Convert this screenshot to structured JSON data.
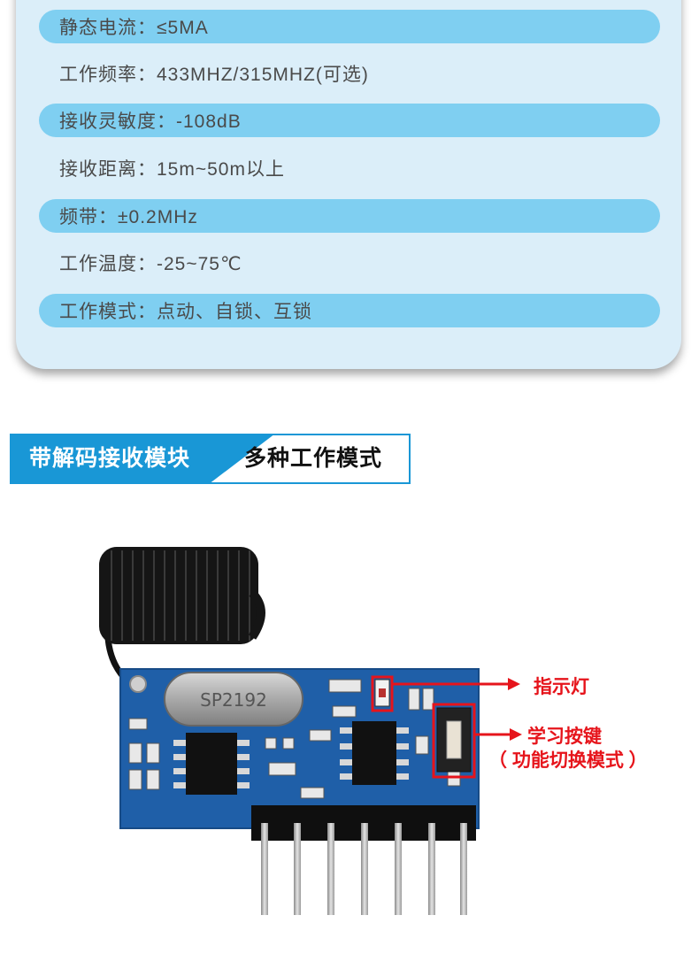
{
  "specs": [
    {
      "text": "静态电流：≤5MA",
      "highlight": true
    },
    {
      "text": "工作频率：433MHZ/315MHZ(可选)",
      "highlight": false
    },
    {
      "text": "接收灵敏度：-108dB",
      "highlight": true
    },
    {
      "text": "接收距离：15m~50m以上",
      "highlight": false
    },
    {
      "text": "频带：±0.2MHz",
      "highlight": true
    },
    {
      "text": "工作温度：-25~75℃",
      "highlight": false
    },
    {
      "text": "工作模式：点动、自锁、互锁",
      "highlight": true
    }
  ],
  "section": {
    "title_left": "带解码接收模块",
    "title_right": "多种工作模式"
  },
  "module": {
    "crystal_text": "SP2192",
    "annotations": {
      "indicator": "指示灯",
      "learn_button": "学习按键",
      "learn_button_sub": "（ 功能切换模式 ）"
    }
  },
  "colors": {
    "accent_blue": "#1997d6",
    "highlight_row": "#7fcff1",
    "card_bg": "#dbeef9",
    "annotation_red": "#e6141b",
    "pcb_blue": "#1f5fa8"
  }
}
